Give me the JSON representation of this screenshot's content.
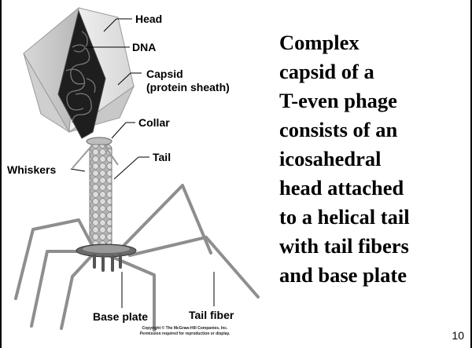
{
  "labels": {
    "head": "Head",
    "dna": "DNA",
    "capsid_line1": "Capsid",
    "capsid_line2": "(protein sheath)",
    "collar": "Collar",
    "tail": "Tail",
    "whiskers": "Whiskers",
    "base_plate": "Base plate",
    "tail_fiber": "Tail fiber"
  },
  "description_lines": [
    "Complex",
    "capsid of a",
    "T-even phage",
    "consists of an",
    "icosahedral",
    "head attached",
    "to a helical tail",
    "with tail fibers",
    "and base plate"
  ],
  "copyright_line1": "Copyright © The McGraw-Hill Companies, Inc.",
  "copyright_line2": "Permission required for reproduction or display.",
  "page_number": "10"
}
